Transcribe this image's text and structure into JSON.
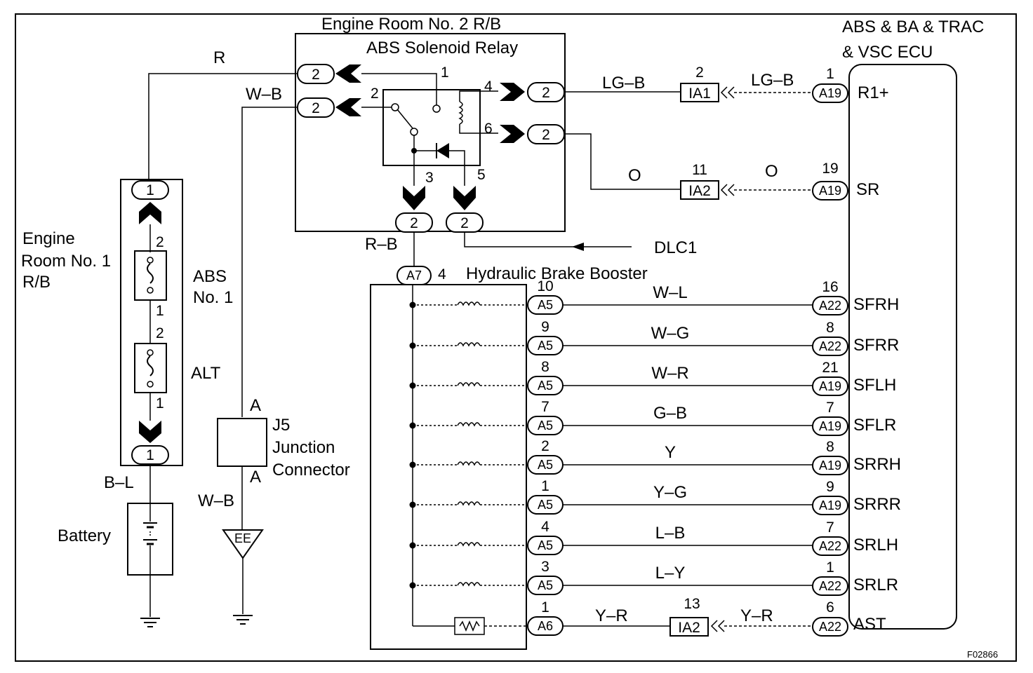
{
  "figure_id": "F02866",
  "ecu": {
    "title_line1": "ABS & BA & TRAC",
    "title_line2": "& VSC ECU",
    "terminals": [
      "R1+",
      "SR",
      "SFRH",
      "SFRR",
      "SFLH",
      "SFLR",
      "SRRH",
      "SRRR",
      "SRLH",
      "SRLR",
      "AST"
    ]
  },
  "rb2": {
    "title": "Engine Room No. 2 R/B",
    "relay_title": "ABS Solenoid Relay",
    "pins": [
      "1",
      "2",
      "4",
      "6",
      "3",
      "5"
    ],
    "conn": "2"
  },
  "rb1": {
    "title_lines": [
      "Engine",
      "Room No. 1",
      "R/B"
    ],
    "fuses": [
      "ABS",
      "No. 1",
      "ALT"
    ],
    "conn": "1",
    "pins": [
      "2",
      "1"
    ]
  },
  "wires": {
    "r": "R",
    "wb": "W–B",
    "bl": "B–L",
    "rb": "R–B",
    "lgb": "LG–B",
    "o": "O",
    "yr": "Y–R"
  },
  "battery": "Battery",
  "junction": {
    "lines": [
      "J5",
      "Junction",
      "Connector"
    ],
    "pin": "A"
  },
  "ground": "EE",
  "dlc": "DLC1",
  "booster": {
    "title": "Hydraulic Brake Booster",
    "conn": "A7",
    "pin": "4"
  },
  "inline": [
    {
      "id": "IA1",
      "pin": "2",
      "wire": "LG–B",
      "ecu_conn": "A19",
      "ecu_pin": "1"
    },
    {
      "id": "IA2",
      "pin": "11",
      "wire": "O",
      "ecu_conn": "A19",
      "ecu_pin": "19"
    },
    {
      "id": "IA2",
      "pin": "13",
      "wire": "Y–R",
      "ecu_conn": "A22",
      "ecu_pin": "6"
    }
  ],
  "solenoids": [
    {
      "pin": "10",
      "conn": "A5",
      "wire": "W–L",
      "ecu_conn": "A22",
      "ecu_pin": "16"
    },
    {
      "pin": "9",
      "conn": "A5",
      "wire": "W–G",
      "ecu_conn": "A22",
      "ecu_pin": "8"
    },
    {
      "pin": "8",
      "conn": "A5",
      "wire": "W–R",
      "ecu_conn": "A19",
      "ecu_pin": "21"
    },
    {
      "pin": "7",
      "conn": "A5",
      "wire": "G–B",
      "ecu_conn": "A19",
      "ecu_pin": "7"
    },
    {
      "pin": "2",
      "conn": "A5",
      "wire": "Y",
      "ecu_conn": "A19",
      "ecu_pin": "8"
    },
    {
      "pin": "1",
      "conn": "A5",
      "wire": "Y–G",
      "ecu_conn": "A19",
      "ecu_pin": "9"
    },
    {
      "pin": "4",
      "conn": "A5",
      "wire": "L–B",
      "ecu_conn": "A22",
      "ecu_pin": "7"
    },
    {
      "pin": "3",
      "conn": "A5",
      "wire": "L–Y",
      "ecu_conn": "A22",
      "ecu_pin": "1"
    }
  ],
  "ast_row": {
    "pin": "1",
    "conn": "A6"
  }
}
